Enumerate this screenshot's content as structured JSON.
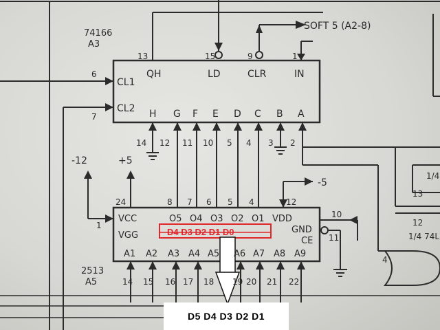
{
  "top_chip": {
    "part": "74166",
    "ref": "A3",
    "pins_top": [
      {
        "num": "13",
        "label": "QH"
      },
      {
        "num": "15",
        "label": "LD"
      },
      {
        "num": "9",
        "label": "CLR"
      },
      {
        "num": "1",
        "label": "IN"
      }
    ],
    "pins_left": [
      {
        "num": "6",
        "label": "CL1"
      },
      {
        "num": "7",
        "label": "CL2"
      }
    ],
    "inputs": [
      "H",
      "G",
      "F",
      "E",
      "D",
      "C",
      "B",
      "A"
    ],
    "input_pins": [
      "12",
      "11",
      "10",
      "5",
      "4",
      "3",
      "2"
    ],
    "gnd_pin": "14"
  },
  "soft_label": "SOFT 5 (A2-8)",
  "bottom_chip": {
    "part": "2513",
    "ref": "A5",
    "vcc": "VCC",
    "vgg": "VGG",
    "gnd": "GND",
    "ce": "CE",
    "vdd": "VDD",
    "outputs": [
      "O5",
      "O4",
      "O3",
      "O2",
      "O1"
    ],
    "output_pins": [
      "8",
      "7",
      "6",
      "5",
      "4"
    ],
    "address": [
      "A1",
      "A2",
      "A3",
      "A4",
      "A5",
      "A6",
      "A7",
      "A8",
      "A9"
    ],
    "address_pins": [
      "14",
      "15",
      "16",
      "17",
      "18",
      "19",
      "20",
      "21",
      "22"
    ],
    "pin_vcc": "24",
    "pin_vgg": "1",
    "pin_vdd": "12",
    "pin_gnd": "10",
    "pin_ce": "11",
    "red_relabel": "D4 D3 D2 D1 D0"
  },
  "supplies": {
    "neg12": "-12",
    "pos5": "+5",
    "neg5": "-5"
  },
  "right_fragments": {
    "pin13": "13",
    "pin12": "12",
    "gate": "1/4 74L",
    "gate_pin": "4",
    "frag": "1/4"
  },
  "caption": "D5 D4 D3 D2 D1"
}
